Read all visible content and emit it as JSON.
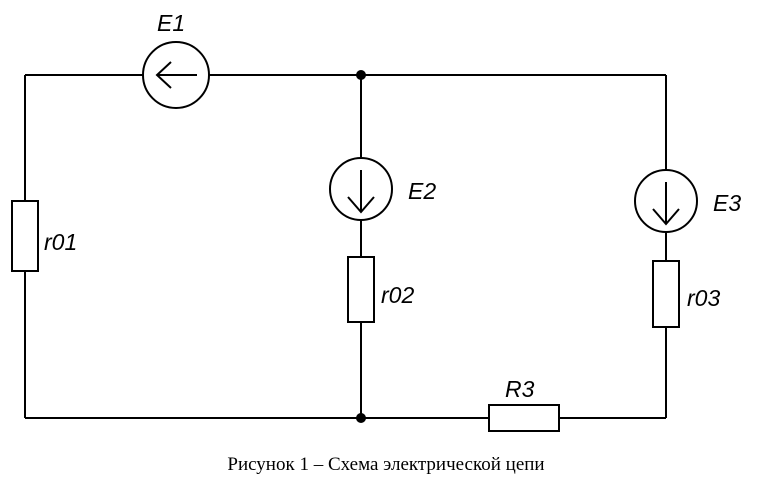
{
  "diagram": {
    "type": "electrical-circuit",
    "sources": [
      {
        "id": "e1",
        "label": "E1",
        "arrow": "left"
      },
      {
        "id": "e2",
        "label": "E2",
        "arrow": "down"
      },
      {
        "id": "e3",
        "label": "E3",
        "arrow": "down"
      }
    ],
    "resistors": [
      {
        "id": "r01",
        "label": "r01"
      },
      {
        "id": "r02",
        "label": "r02"
      },
      {
        "id": "r03",
        "label": "r03"
      },
      {
        "id": "r3",
        "label": "R3"
      }
    ],
    "nodes": 2
  },
  "caption": "Рисунок 1 – Схема электрической цепи"
}
